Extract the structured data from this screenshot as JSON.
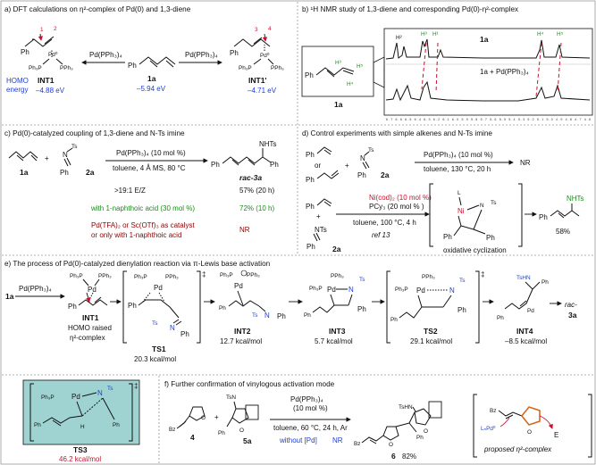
{
  "panel_a": {
    "title": "a) DFT calculations on η²-complex of Pd(0) and 1,3-diene",
    "reagent_left": "Pd(PPh₃)₄",
    "reagent_right": "Pd(PPh₃)₄",
    "int1": "INT1",
    "int1_energy": "–4.88 eV",
    "sub1a": "1a",
    "sub1a_energy": "–5.94 eV",
    "int1p": "INT1'",
    "int1p_energy": "–4.71 eV",
    "homo_label_1": "HOMO",
    "homo_label_2": "energy",
    "num1": "1",
    "num2": "2",
    "num3": "3",
    "num4": "4",
    "pd0": "Pd⁰",
    "pph3": "PPh₃",
    "ph3p": "Ph₃P",
    "ph": "Ph"
  },
  "panel_b": {
    "title": "b) ¹H NMR study of 1,3-diene and corresponding Pd(0)-η²-complex",
    "h2": "H²",
    "h3": "H³",
    "h1": "H¹",
    "h4": "H⁴",
    "h5": "H⁵",
    "spec_top": "1a",
    "spec_bottom": "1a + Pd(PPh₃)₄",
    "mol_label": "1a",
    "mol_h3": "H³",
    "mol_h5": "H⁵",
    "mol_h4": "H⁴",
    "mol_ph": "Ph",
    "axis_ticks": "6.7 6.6 6.5 6.4 6.3 6.2 6.1 6.0 5.9 5.8 5.7 5.6 5.5 5.4 5.3 5.2 5.1 5.0 4.9 4.8 4.7 4.6"
  },
  "panel_c": {
    "title": "c) Pd(0)-catalyzed coupling of 1,3-diene and N-Ts imine",
    "lab1a": "1a",
    "lab2a": "2a",
    "plus": "+",
    "cond1": "Pd(PPh₃)₄ (10 mol %)",
    "cond2": "toluene, 4 Å MS, 80 °C",
    "product": "rac-3a",
    "nhts": "NHTs",
    "ts": "Ts",
    "n": "N",
    "ph": "Ph",
    "row1_left": ">19:1 E/Z",
    "row1_right": "57% (20 h)",
    "row2_left": "with 1-naphthoic acid (30 mol %)",
    "row2_right": "72% (10 h)",
    "row3_left_1": "Pd(TFA)₂ or Sc(OTf)₃ as catalyst",
    "row3_left_2": "or only with 1-naphthoic acid",
    "row3_right": "NR"
  },
  "panel_d": {
    "title": "d) Control experiments with simple alkenes and N-Ts imine",
    "or": "or",
    "plus": "+",
    "lab2a": "2a",
    "ts": "Ts",
    "n": "N",
    "ph": "Ph",
    "cond1": "Pd(PPh₃)₄ (10 mol %)",
    "cond2": "toluene, 130 °C, 20 h",
    "nr": "NR",
    "cond3": "Ni(cod)₂ (10 mol %)",
    "cond4": "PCy₃ (20 mol % )",
    "cond5": "toluene, 100 °C, 4 h",
    "ref": "ref 13",
    "nts": "NTs",
    "ni": "Ni",
    "l": "L",
    "ox": "oxidative cyclization",
    "nhts": "NHTs",
    "yield": "58%"
  },
  "panel_e": {
    "title": "e) The process of Pd(0)-catalyzed dienylation reaction via π-Lewis base activation",
    "start": "1a",
    "reagent": "Pd(PPh₃)₄",
    "int1": "INT1",
    "homo1": "HOMO raised",
    "homo2": "η²-complex",
    "ts1": "TS1",
    "ts1_e": "20.3 kcal/mol",
    "int2": "INT2",
    "int2_e": "12.7 kcal/mol",
    "int3": "INT3",
    "int3_e": "5.7 kcal/mol",
    "ts2": "TS2",
    "ts2_e": "29.1 kcal/mol",
    "int4": "INT4",
    "int4_e": "–8.5 kcal/mol",
    "final1": "rac-",
    "final2": "3a",
    "pd": "Pd",
    "ph3p": "Ph₃P",
    "pph3": "PPh₃",
    "ts": "Ts",
    "n": "N",
    "ph": "Ph",
    "tshn": "TsHN",
    "dagger": "‡"
  },
  "panel_ts3": {
    "label": "TS3",
    "energy": "46.2 kcal/mol",
    "ph3p": "Ph₃P",
    "pd": "Pd",
    "n": "N",
    "ts": "Ts",
    "ph": "Ph",
    "h": "H",
    "dagger": "‡"
  },
  "panel_f": {
    "title": "f) Further confirmation of vinylogous activation mode",
    "lab4": "4",
    "lab5a": "5a",
    "plus": "+",
    "bz": "Bz",
    "tsn": "TsN",
    "ph": "Ph",
    "o": "O",
    "cond1": "Pd(PPh₃)₄",
    "cond2": "(10 mol %)",
    "cond3": "toluene, 60 °C, 24 h, Ar",
    "without": "without [Pd]",
    "nr": "NR",
    "product": "6",
    "yield": "82%",
    "tshn": "TsHN",
    "ln_pd": "LₙPd⁰",
    "e": "E",
    "proposed": "proposed η²-complex"
  },
  "colors": {
    "blue": "#1f3fcf",
    "red": "#c8102e",
    "green": "#1a8c1a",
    "dark_red": "#8b0000",
    "teal": "#9fd3d1",
    "orange": "#d2691e"
  }
}
